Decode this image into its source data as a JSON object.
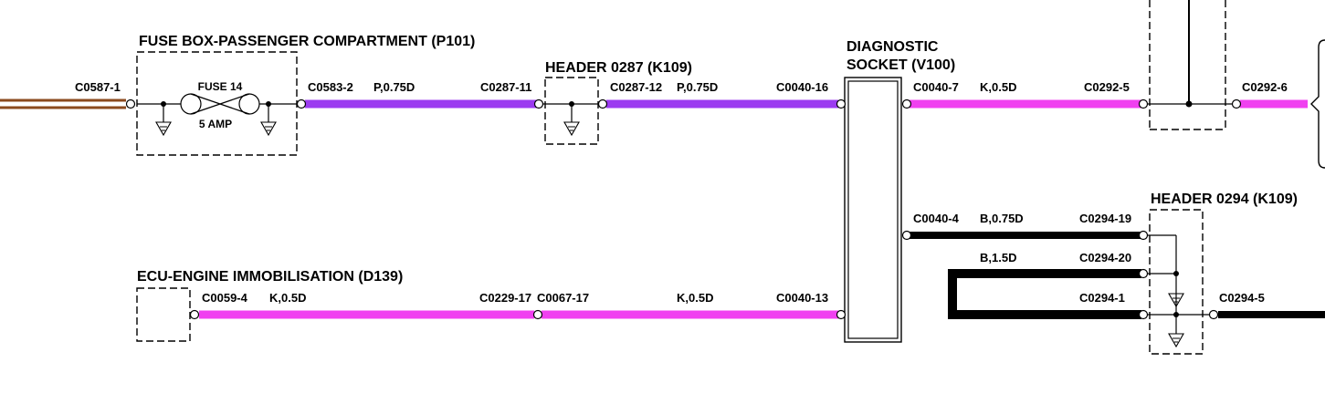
{
  "components": {
    "fuse_box": "FUSE BOX-PASSENGER COMPARTMENT (P101)",
    "fuse_name": "FUSE 14",
    "fuse_rating": "5 AMP",
    "header_0287": "HEADER 0287 (K109)",
    "diag_line1": "DIAGNOSTIC",
    "diag_line2": "SOCKET (V100)",
    "header_0294": "HEADER 0294 (K109)",
    "ecu": "ECU-ENGINE IMMOBILISATION (D139)"
  },
  "connectors": {
    "c0587_1": "C0587-1",
    "c0583_2": "C0583-2",
    "c0287_11": "C0287-11",
    "c0287_12": "C0287-12",
    "c0040_16": "C0040-16",
    "c0040_7": "C0040-7",
    "c0292_5": "C0292-5",
    "c0292_6": "C0292-6",
    "c0040_4": "C0040-4",
    "c0294_19": "C0294-19",
    "c0294_20": "C0294-20",
    "c0294_1": "C0294-1",
    "c0294_5": "C0294-5",
    "c0059_4": "C0059-4",
    "c0229_17": "C0229-17",
    "c0067_17": "C0067-17",
    "c0040_13": "C0040-13"
  },
  "wires": {
    "p1": "P,0.75D",
    "p2": "P,0.75D",
    "k_top": "K,0.5D",
    "b1": "B,0.75D",
    "b2": "B,1.5D",
    "k_ecu1": "K,0.5D",
    "k_ecu2": "K,0.5D"
  },
  "colors": {
    "brown": "#8B4A1E",
    "purple": "#9B3BF0",
    "pink": "#F040F0",
    "black": "#000000"
  }
}
